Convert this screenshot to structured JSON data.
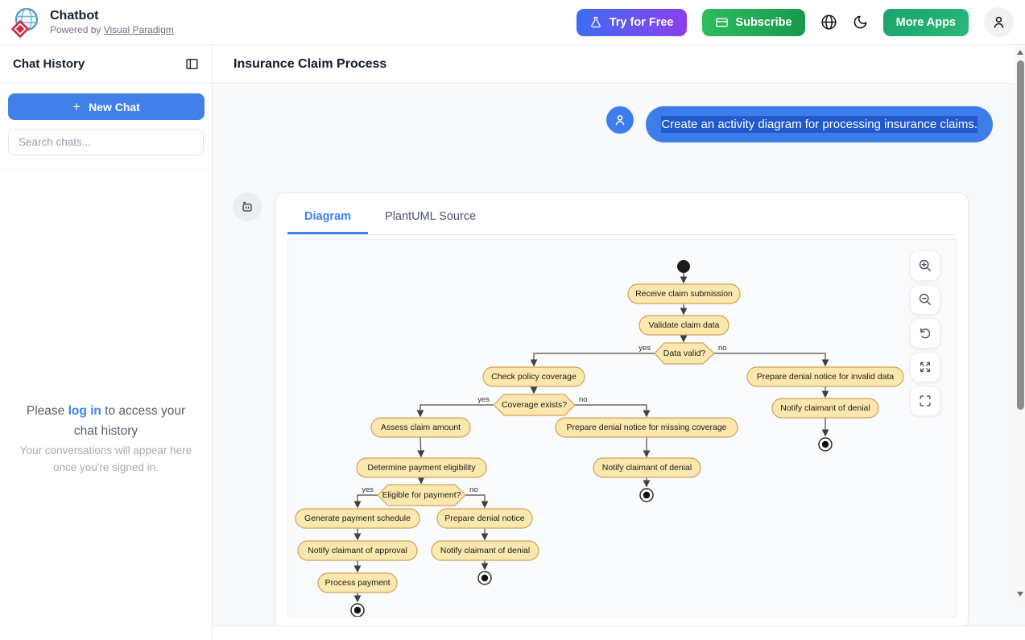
{
  "header": {
    "app_title": "Chatbot",
    "powered_by_prefix": "Powered by ",
    "powered_by_link": "Visual Paradigm",
    "try_free_label": "Try for Free",
    "subscribe_label": "Subscribe",
    "more_apps_label": "More Apps"
  },
  "sidebar": {
    "title": "Chat History",
    "new_chat_plus": "+",
    "new_chat_label": "New Chat",
    "search_placeholder": "Search chats...",
    "login_before": "Please ",
    "login_link": "log in",
    "login_after": " to access your chat history",
    "login_hint": "Your conversations will appear here once you're signed in."
  },
  "main": {
    "title": "Insurance Claim Process",
    "user_message": "Create an activity diagram for processing insurance claims.",
    "tabs": [
      {
        "label": "Diagram",
        "active": true
      },
      {
        "label": "PlantUML Source",
        "active": false
      }
    ]
  },
  "colors": {
    "accent_blue": "#3b82f6",
    "bubble_blue": "#3d7de9",
    "bubble_selection": "#2158cc",
    "node_fill": "#fce8ae",
    "node_border": "#c9a35d",
    "edge": "#4a4a4a",
    "try_free_gradient": [
      "#3f6cf2",
      "#8b3ff0"
    ],
    "subscribe_gradient": [
      "#2ebd5e",
      "#17984f"
    ],
    "more_apps_gradient": [
      "#17a36c",
      "#2cb878"
    ]
  },
  "icons": {
    "logo": "visual-paradigm-logo",
    "flask": "flask-icon",
    "card": "credit-card-icon",
    "globe": "globe-icon",
    "moon": "moon-icon",
    "user": "user-icon",
    "robot": "robot-icon",
    "panel_toggle": "sidebar-toggle-icon"
  },
  "diagram": {
    "type": "activity-diagram",
    "labels": {
      "yes": "yes",
      "no": "no"
    },
    "nodes": {
      "start": "start",
      "receive": "Receive claim submission",
      "validate": "Validate claim data",
      "data_valid": "Data valid?",
      "check_policy": "Check policy coverage",
      "prepare_invalid": "Prepare denial notice for invalid data",
      "notify_invalid": "Notify claimant of denial",
      "coverage_exists": "Coverage exists?",
      "assess": "Assess claim amount",
      "prepare_missing": "Prepare denial notice for missing coverage",
      "notify_missing": "Notify claimant of denial",
      "determine": "Determine payment eligibility",
      "eligible": "Eligible for payment?",
      "generate": "Generate payment schedule",
      "prepare_denial": "Prepare denial notice",
      "notify_approval": "Notify claimant of approval",
      "notify_denial": "Notify claimant of denial",
      "process": "Process payment"
    },
    "edges": [
      {
        "from": "start",
        "to": "receive"
      },
      {
        "from": "receive",
        "to": "validate"
      },
      {
        "from": "validate",
        "to": "data_valid"
      },
      {
        "from": "data_valid",
        "to": "check_policy",
        "label": "yes"
      },
      {
        "from": "data_valid",
        "to": "prepare_invalid",
        "label": "no"
      },
      {
        "from": "prepare_invalid",
        "to": "notify_invalid"
      },
      {
        "from": "notify_invalid",
        "to": "end_1"
      },
      {
        "from": "check_policy",
        "to": "coverage_exists"
      },
      {
        "from": "coverage_exists",
        "to": "assess",
        "label": "yes"
      },
      {
        "from": "coverage_exists",
        "to": "prepare_missing",
        "label": "no"
      },
      {
        "from": "prepare_missing",
        "to": "notify_missing"
      },
      {
        "from": "notify_missing",
        "to": "end_2"
      },
      {
        "from": "assess",
        "to": "determine"
      },
      {
        "from": "determine",
        "to": "eligible"
      },
      {
        "from": "eligible",
        "to": "generate",
        "label": "yes"
      },
      {
        "from": "eligible",
        "to": "prepare_denial",
        "label": "no"
      },
      {
        "from": "generate",
        "to": "notify_approval"
      },
      {
        "from": "notify_approval",
        "to": "process"
      },
      {
        "from": "process",
        "to": "end_3"
      },
      {
        "from": "prepare_denial",
        "to": "notify_denial"
      },
      {
        "from": "notify_denial",
        "to": "end_4"
      }
    ]
  }
}
